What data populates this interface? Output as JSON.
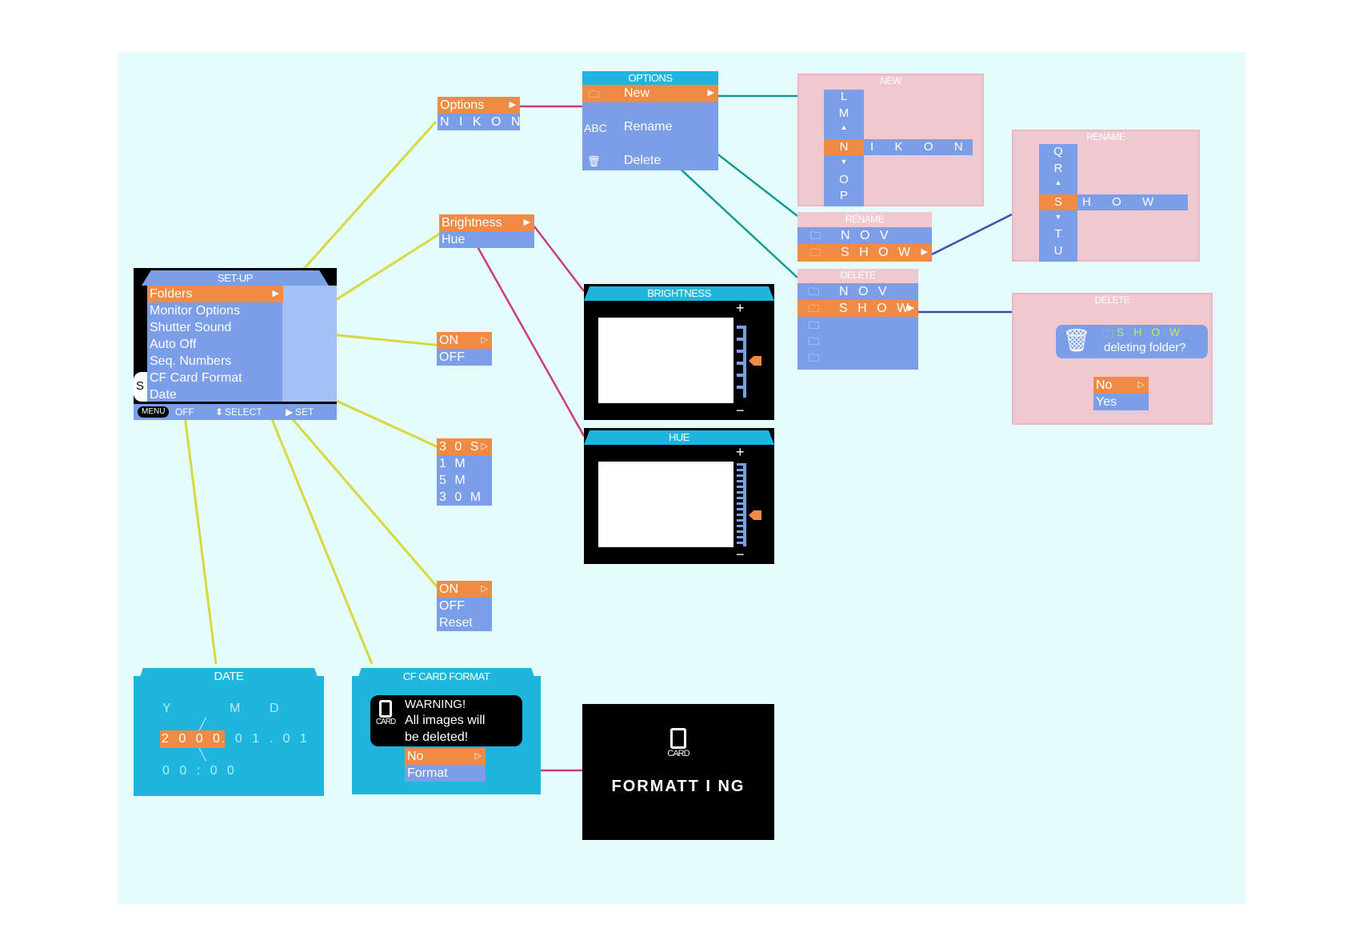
{
  "setup": {
    "title": "SET-UP",
    "items": [
      "Folders",
      "Monitor Options",
      "Shutter Sound",
      "Auto Off",
      "Seq. Numbers",
      "CF Card Format",
      "Date"
    ],
    "side_letter": "S",
    "footer_menu": "MENU",
    "footer_off": "OFF",
    "footer_select": "SELECT",
    "footer_set": "SET"
  },
  "folders_menu": {
    "items": [
      "Options",
      "N I K O N"
    ]
  },
  "monitor_menu": {
    "items": [
      "Brightness",
      "Hue"
    ]
  },
  "shutter_menu": {
    "items": [
      "ON",
      "OFF"
    ]
  },
  "autooff_menu": {
    "items": [
      "3 0 S",
      "1 M",
      "5 M",
      "3 0 M"
    ]
  },
  "seq_menu": {
    "items": [
      "ON",
      "OFF",
      "Reset"
    ]
  },
  "options": {
    "title": "OPTIONS",
    "items": [
      "New",
      "Rename",
      "Delete"
    ],
    "rename_icon": "ABC"
  },
  "new_panel": {
    "title": "NEW",
    "letters": [
      "L",
      "M",
      "N",
      "O",
      "P"
    ],
    "selected_rest": "I  K  O  N"
  },
  "rename_list": {
    "title": "RENAME",
    "items": [
      "N O V",
      "S H O W"
    ]
  },
  "delete_list": {
    "title": "DELETE",
    "items": [
      "N O V",
      "S H O W"
    ]
  },
  "rename_panel": {
    "title": "RENAME",
    "letters": [
      "Q",
      "R",
      "S",
      "T",
      "U"
    ],
    "selected_rest": "H  O  W"
  },
  "delete_confirm": {
    "title": "DELETE",
    "folder": "S H O W",
    "question": "deleting folder?",
    "options": [
      "No",
      "Yes"
    ]
  },
  "brightness": {
    "title": "BRIGHTNESS",
    "plus": "+",
    "minus": "−"
  },
  "hue": {
    "title": "HUE",
    "plus": "+",
    "minus": "−"
  },
  "date": {
    "title": "DATE",
    "labels": [
      "Y",
      "M",
      "D"
    ],
    "year": "2 0 0 0",
    "rest": ". 0 1 . 0 1",
    "time": "0 0 : 0 0"
  },
  "cf_format": {
    "title": "CF CARD FORMAT",
    "warning": [
      "WARNING!",
      "All images will",
      "be deleted!"
    ],
    "card_label": "CARD",
    "options": [
      "No",
      "Format"
    ]
  },
  "formatting": {
    "card_label": "CARD",
    "text": "FORMATT I NG"
  },
  "colors": {
    "background": "#e4fcfc",
    "menu_blue": "#7b9ee8",
    "highlight_orange": "#f08a44",
    "cyan_header": "#1eb6de",
    "pink_panel": "#f0c8d0",
    "wire_yellow": "#d8d840",
    "wire_magenta": "#c83c82",
    "wire_teal": "#109a96",
    "wire_purple": "#4a4aa8"
  }
}
